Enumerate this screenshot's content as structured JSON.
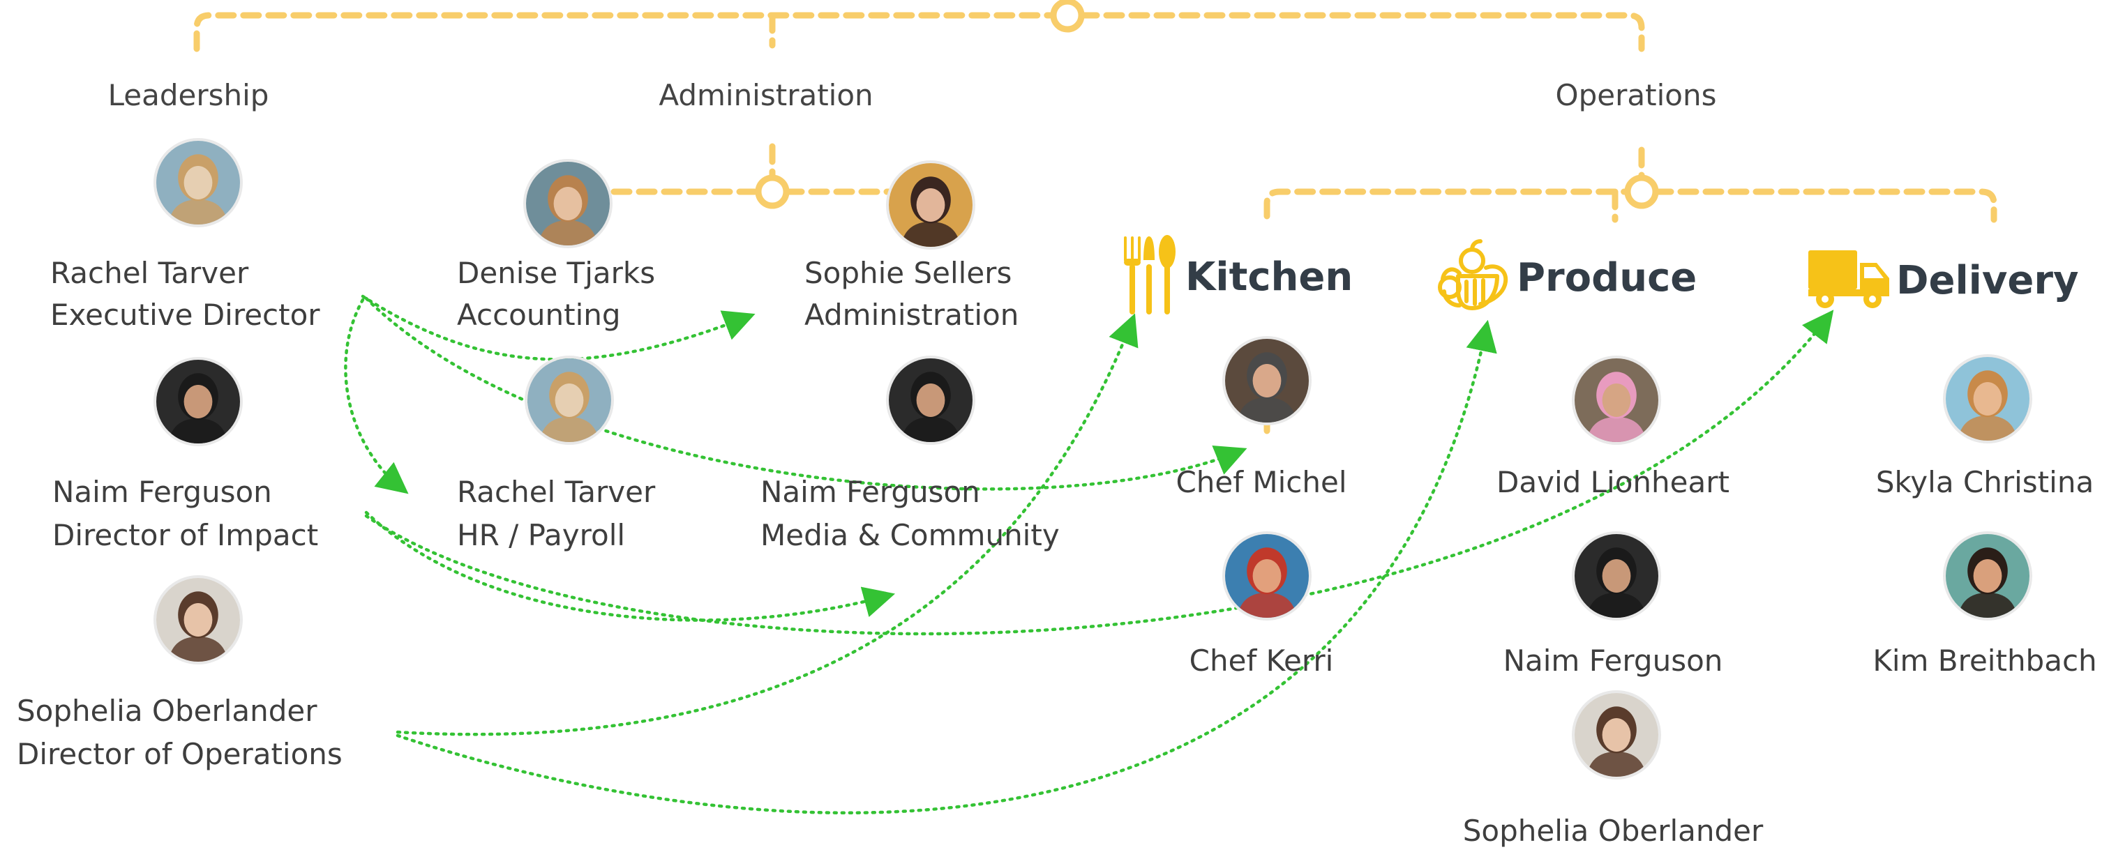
{
  "colors": {
    "connector": "#f8cd6a",
    "arrow": "#34c234",
    "text": "#3e3e3e"
  },
  "groups": {
    "leadership": "Leadership",
    "administration": "Administration",
    "operations": "Operations"
  },
  "leadership": [
    {
      "name": "Rachel Tarver",
      "role": "Executive Director",
      "avatar_colors": [
        "#8fb0c0",
        "#e6cfb2",
        "#c9a068"
      ]
    },
    {
      "name": "Naim Ferguson",
      "role": "Director of Impact",
      "avatar_colors": [
        "#2b2b2b",
        "#c89878",
        "#1a1a1a"
      ]
    },
    {
      "name": "Sophelia Oberlander",
      "role": "Director of Operations",
      "avatar_colors": [
        "#d9d4cc",
        "#e7c3a8",
        "#5a3c2c"
      ]
    }
  ],
  "administration": [
    {
      "name": "Denise Tjarks",
      "role": "Accounting",
      "avatar_colors": [
        "#6f8e9a",
        "#e6c0a0",
        "#b8824e"
      ]
    },
    {
      "name": "Sophie Sellers",
      "role": "Administration",
      "avatar_colors": [
        "#d8a24c",
        "#e2b69a",
        "#3a2620"
      ]
    },
    {
      "name": "Rachel Tarver",
      "role": "HR / Payroll",
      "avatar_colors": [
        "#8fb0c0",
        "#e6cfb2",
        "#c9a068"
      ]
    },
    {
      "name": "Naim Ferguson",
      "role": "Media & Community",
      "avatar_colors": [
        "#2b2b2b",
        "#c89878",
        "#1a1a1a"
      ]
    }
  ],
  "departments": {
    "kitchen": {
      "title": "Kitchen",
      "icon": "utensils-icon",
      "members": [
        {
          "name": "Chef Michel",
          "avatar_colors": [
            "#5b4a3d",
            "#d9a88a",
            "#4a4a4a"
          ]
        },
        {
          "name": "Chef Kerri",
          "avatar_colors": [
            "#3c7fb0",
            "#e2a07c",
            "#c0392b"
          ]
        }
      ]
    },
    "produce": {
      "title": "Produce",
      "icon": "fruit-basket-icon",
      "members": [
        {
          "name": "David Lionheart",
          "avatar_colors": [
            "#7d6c5a",
            "#d6a584",
            "#e89bbf"
          ]
        },
        {
          "name": "Naim Ferguson",
          "avatar_colors": [
            "#2b2b2b",
            "#c89878",
            "#1a1a1a"
          ]
        },
        {
          "name": "Sophelia Oberlander",
          "avatar_colors": [
            "#d9d4cc",
            "#e7c3a8",
            "#5a3c2c"
          ]
        }
      ]
    },
    "delivery": {
      "title": "Delivery",
      "icon": "truck-icon",
      "members": [
        {
          "name": "Skyla Christina",
          "avatar_colors": [
            "#8fc3d9",
            "#e8b890",
            "#c88a4a"
          ]
        },
        {
          "name": "Kim Breithbach",
          "avatar_colors": [
            "#6aa8a0",
            "#d9a07c",
            "#2a1e18"
          ]
        }
      ]
    }
  }
}
